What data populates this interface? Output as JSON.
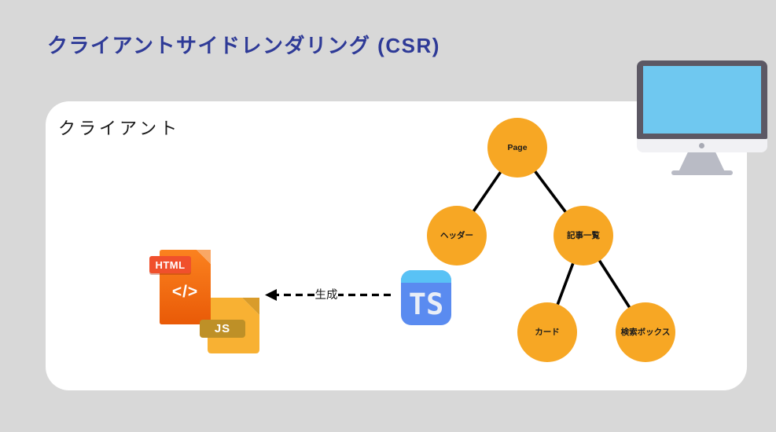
{
  "page": {
    "title": "クライアントサイドレンダリング (CSR)"
  },
  "client_box": {
    "label": "クライアント"
  },
  "tree": {
    "nodes": [
      {
        "id": "page",
        "label": "Page"
      },
      {
        "id": "header",
        "label": "ヘッダー"
      },
      {
        "id": "articles",
        "label": "記事一覧"
      },
      {
        "id": "card",
        "label": "カード"
      },
      {
        "id": "searchbox",
        "label": "検索ボックス"
      }
    ]
  },
  "flow": {
    "arrow_label": "生成",
    "direction": "ts-to-html"
  },
  "icons": {
    "ts_icon": {
      "text": "TS"
    },
    "html_file": {
      "badge": "HTML",
      "code": "</>"
    },
    "js_file": {
      "badge": "JS"
    },
    "monitor": {
      "name": "desktop-monitor"
    }
  },
  "colors": {
    "background": "#D8D8D8",
    "panel": "#FFFFFF",
    "title_navy": "#2E3A97",
    "node_orange": "#F7A724",
    "edge_black": "#000000",
    "ts_body_blue": "#5A8BF0",
    "ts_top_blue": "#59C2F5",
    "html_orange_top": "#FB821F",
    "html_orange_bottom": "#E95A07",
    "html_badge_red": "#F0502C",
    "js_gold": "#F8B133",
    "js_badge_olive": "#BE9027",
    "monitor_frame": "#5C5864",
    "monitor_screen": "#6FC8F0",
    "monitor_stand": "#B9BBC5"
  }
}
